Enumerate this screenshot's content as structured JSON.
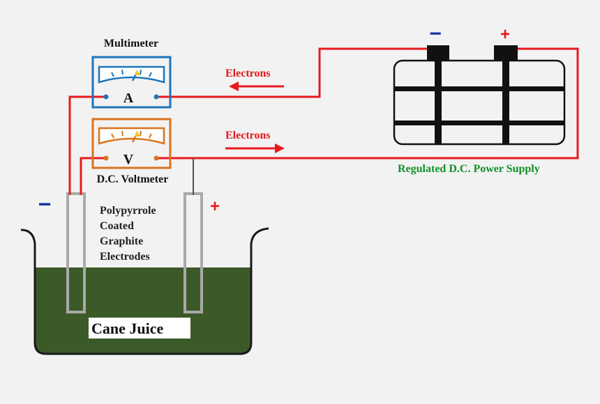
{
  "colors": {
    "wire": "#e8191d",
    "multimeter": "#1b75bc",
    "voltmeter": "#d9731c",
    "liquid": "#3c5a28",
    "electrode": "#a9a9a9",
    "power_label": "#12902a",
    "minus_sign": "#1533a6",
    "plus_sign": "#e8191d",
    "battery": "#111111"
  },
  "labels": {
    "multimeter": "Multimeter",
    "multimeter_symbol": "A",
    "voltmeter": "D.C. Voltmeter",
    "voltmeter_symbol": "V",
    "electrons_top": "Electrons",
    "electrons_bottom": "Electrons",
    "power_supply": "Regulated D.C. Power Supply",
    "electrodes": [
      "Polypyrrole",
      "Coated",
      "Graphite",
      "Electrodes"
    ],
    "cane_juice": "Cane Juice",
    "battery_minus": "−",
    "battery_plus": "+",
    "electrode_minus": "−",
    "electrode_plus": "+"
  }
}
